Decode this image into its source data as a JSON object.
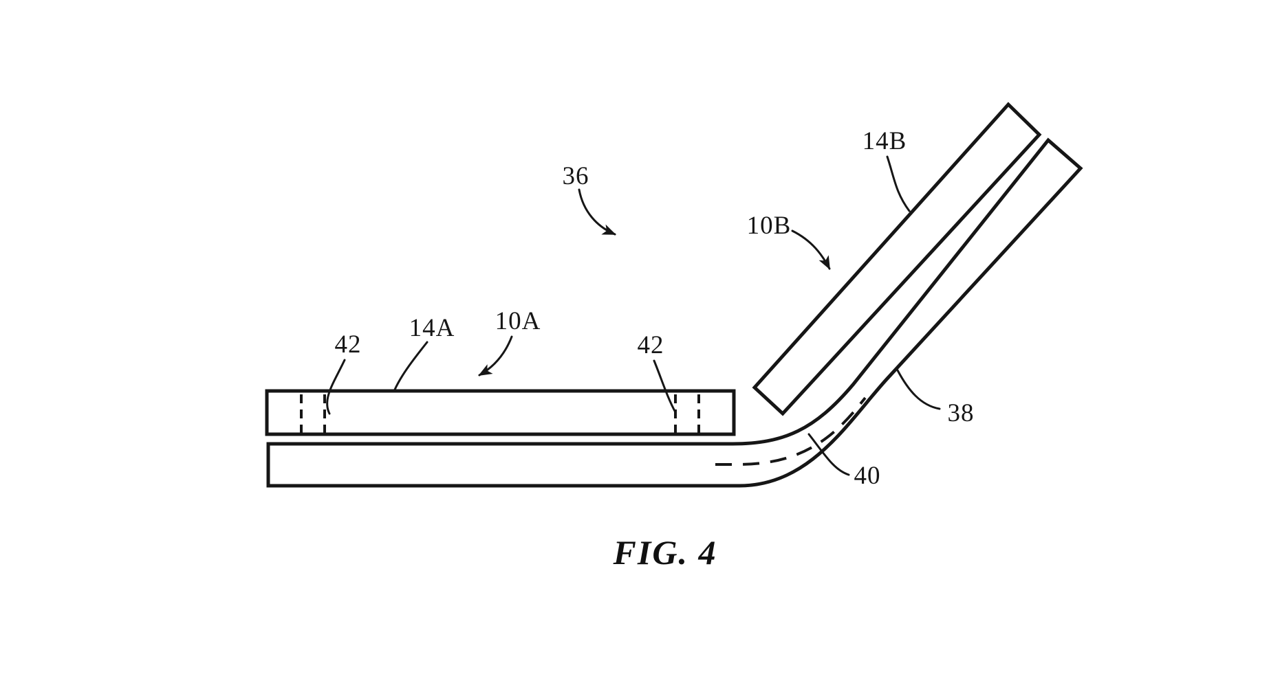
{
  "figure": {
    "caption": "FIG. 4",
    "ink_color": "#161616",
    "background_color": "#ffffff",
    "reference_labels": [
      {
        "id": "36",
        "text": "36"
      },
      {
        "id": "14B",
        "text": "14B"
      },
      {
        "id": "10B",
        "text": "10B"
      },
      {
        "id": "14A",
        "text": "14A"
      },
      {
        "id": "10A",
        "text": "10A"
      },
      {
        "id": "42-left",
        "text": "42"
      },
      {
        "id": "42-right",
        "text": "42"
      },
      {
        "id": "38",
        "text": "38"
      },
      {
        "id": "40",
        "text": "40"
      }
    ]
  }
}
